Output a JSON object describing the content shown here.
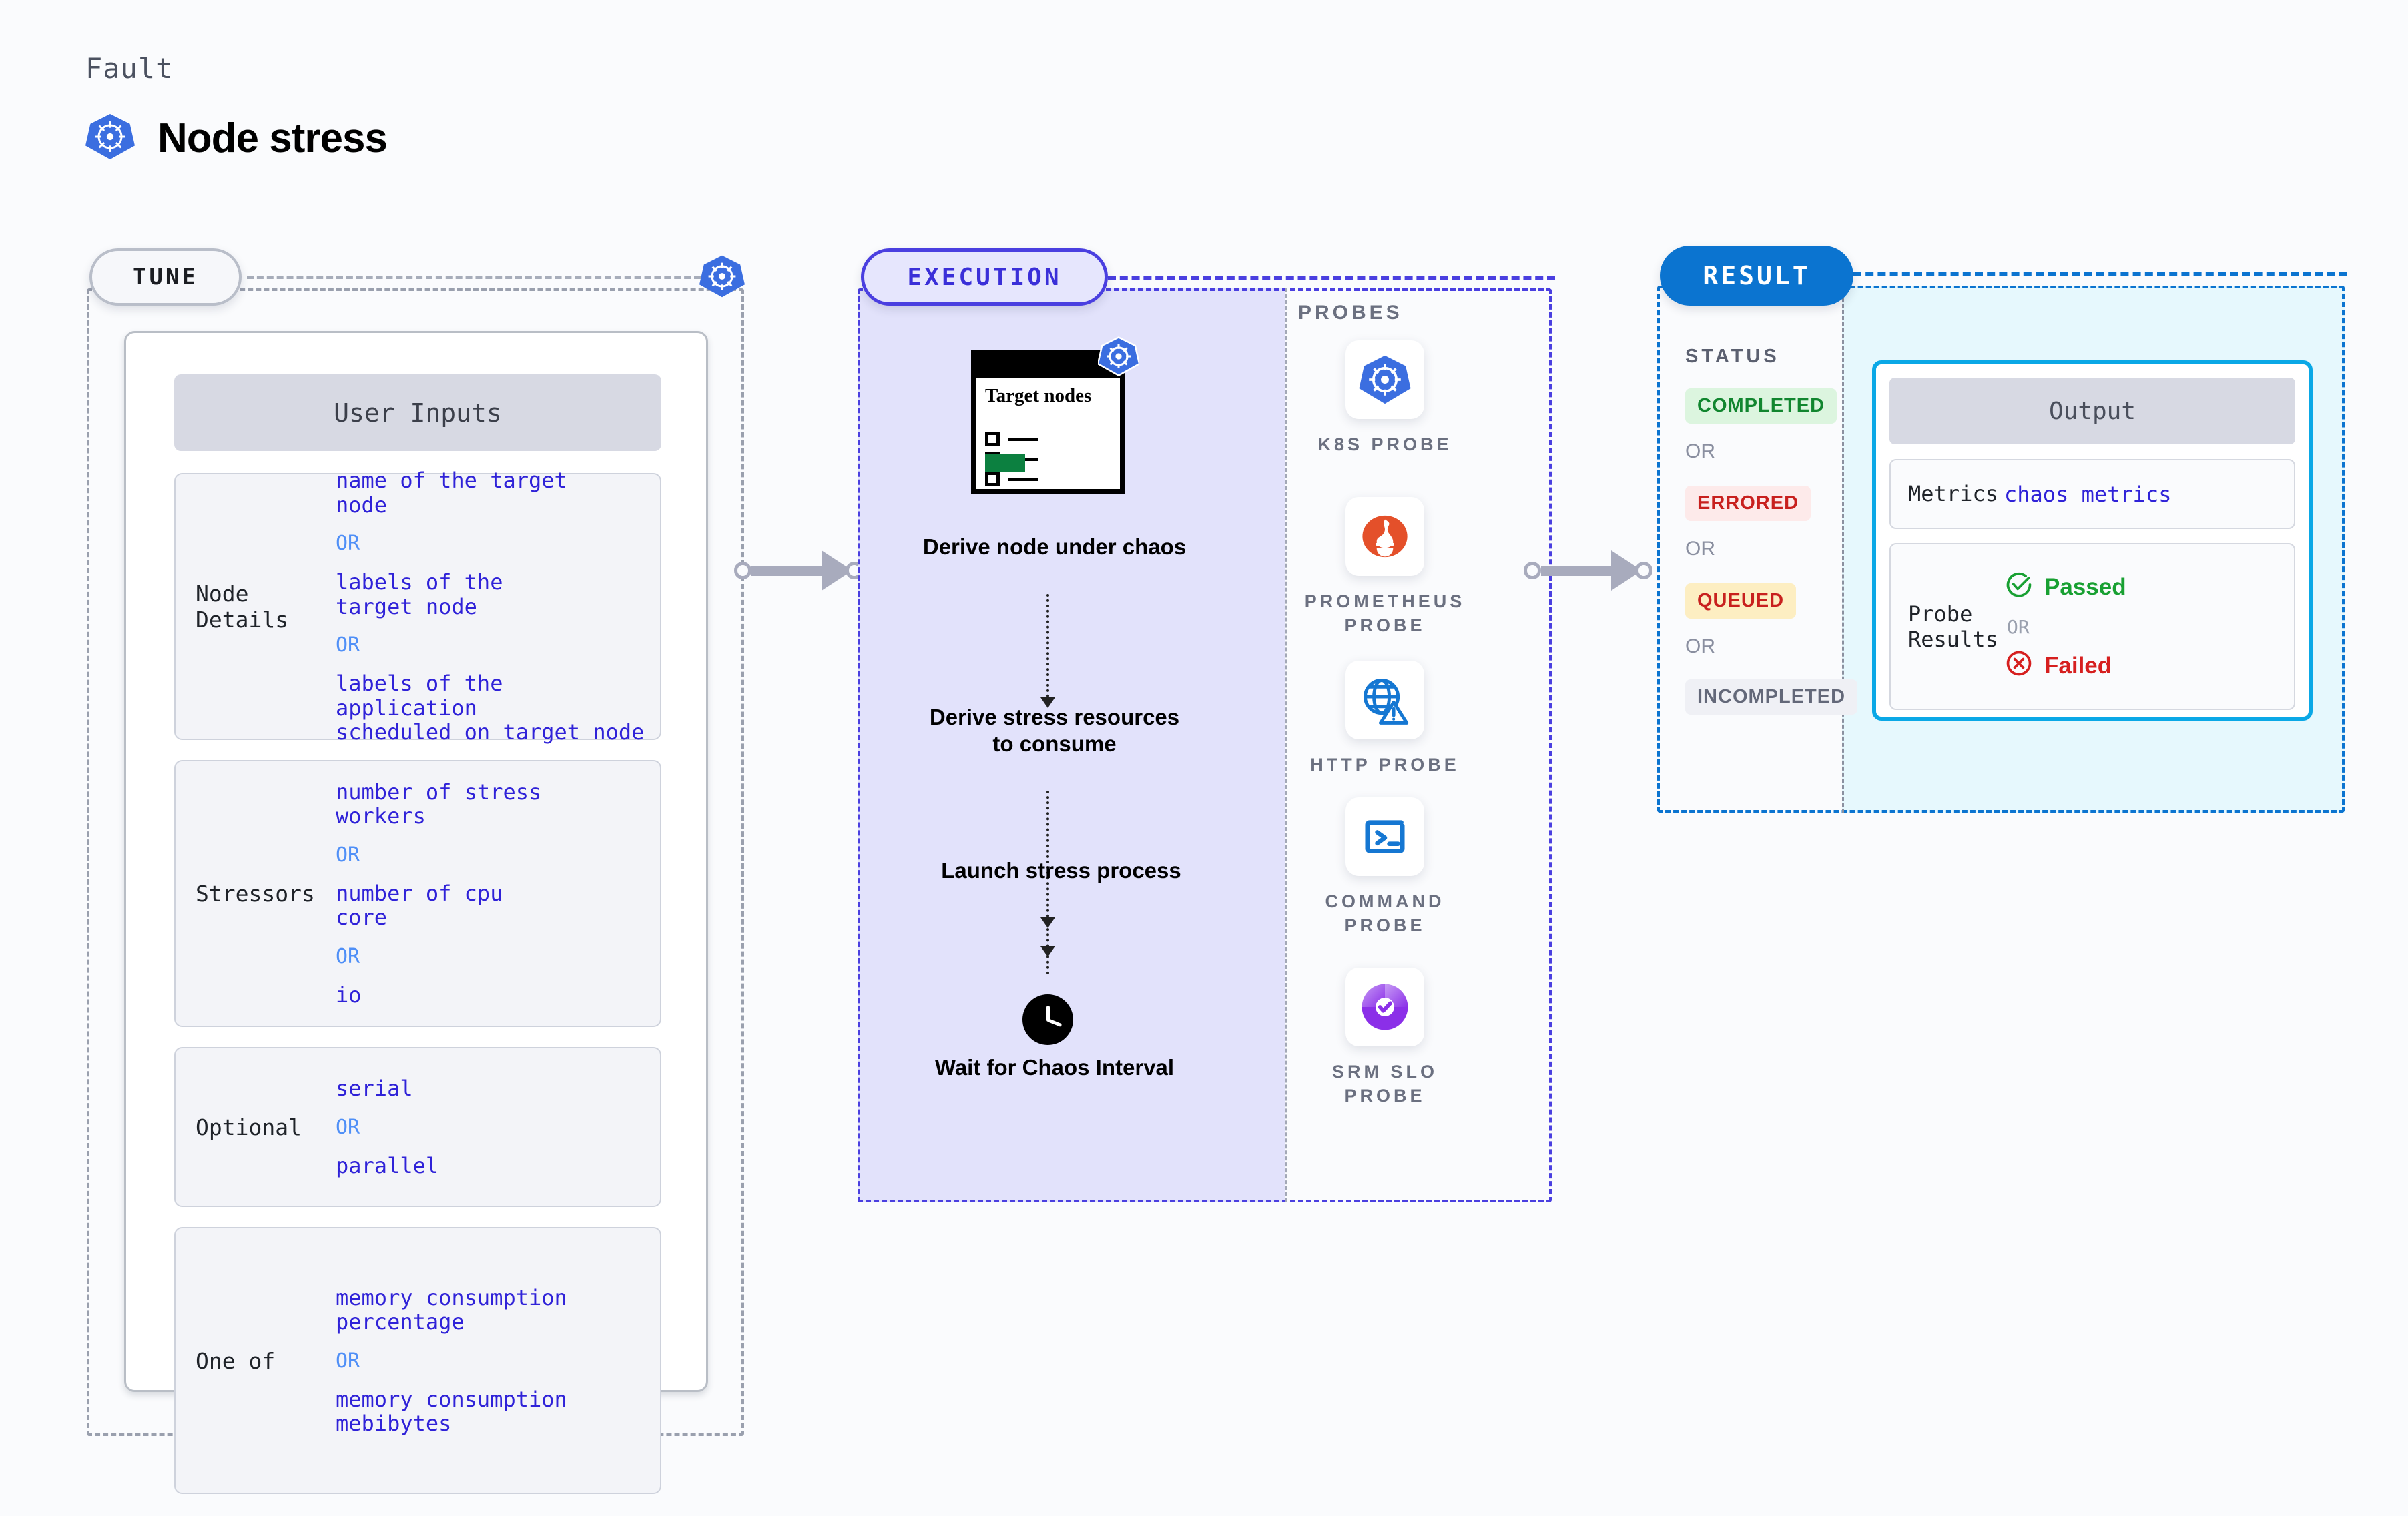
{
  "header": {
    "eyebrow": "Fault",
    "title": "Node stress",
    "icon": "kubernetes-icon"
  },
  "tune": {
    "pill_label": "TUNE",
    "badge_icon": "kubernetes-icon",
    "card_header": "User Inputs",
    "params": [
      {
        "label": "Node Details",
        "values": [
          "name of the target\nnode",
          "labels of the\ntarget node",
          "labels of the application\n scheduled on target node"
        ],
        "separator": "OR"
      },
      {
        "label": "Stressors",
        "values": [
          "number of stress\nworkers",
          "number of cpu\ncore",
          "io"
        ],
        "separator": "OR"
      },
      {
        "label": "Optional",
        "values": [
          "serial",
          "parallel"
        ],
        "separator": "OR"
      },
      {
        "label": "One of",
        "values": [
          "memory consumption\npercentage",
          "memory consumption\nmebibytes"
        ],
        "separator": "OR"
      }
    ]
  },
  "execution": {
    "pill_label": "EXECUTION",
    "target_card": {
      "title": "Target\nnodes",
      "badge_icon": "kubernetes-icon",
      "checkbox_count": 3,
      "accent_color": "#0c8040"
    },
    "steps": [
      "Derive node under\nchaos",
      "Derive stress\nresources to\nconsume",
      "Launch stress\nprocess",
      "Wait for Chaos\nInterval"
    ],
    "wait_icon": "clock-icon",
    "probes_label": "PROBES",
    "probes": [
      {
        "name": "K8S  PROBE",
        "icon": "kubernetes-probe-icon"
      },
      {
        "name": "PROMETHEUS\nPROBE",
        "icon": "prometheus-probe-icon"
      },
      {
        "name": "HTTP  PROBE",
        "icon": "http-probe-icon"
      },
      {
        "name": "COMMAND\nPROBE",
        "icon": "command-probe-icon"
      },
      {
        "name": "SRM SLO\nPROBE",
        "icon": "srm-slo-probe-icon"
      }
    ]
  },
  "result": {
    "pill_label": "RESULT",
    "status_label": "STATUS",
    "separator": "OR",
    "statuses": [
      {
        "label": "COMPLETED",
        "color": "#11862f",
        "bg": "#dcf5df"
      },
      {
        "label": "ERRORED",
        "color": "#c8201e",
        "bg": "#fdeaea"
      },
      {
        "label": "QUEUED",
        "color": "#c8201e",
        "bg": "#fdeec2"
      },
      {
        "label": "INCOMPLETED",
        "color": "#636879",
        "bg": "#eff0f5"
      }
    ],
    "output": {
      "header": "Output",
      "metrics_label": "Metrics",
      "metrics_value": "chaos metrics",
      "probe_results_label": "Probe\nResults",
      "passed_label": "Passed",
      "passed_color": "#18a032",
      "failed_label": "Failed",
      "failed_color": "#d61f1f",
      "separator": "OR",
      "passed_icon": "check-circle-icon",
      "failed_icon": "x-circle-icon"
    }
  },
  "connectors": [
    {
      "name": "tune-to-execution"
    },
    {
      "name": "execution-to-result"
    }
  ]
}
